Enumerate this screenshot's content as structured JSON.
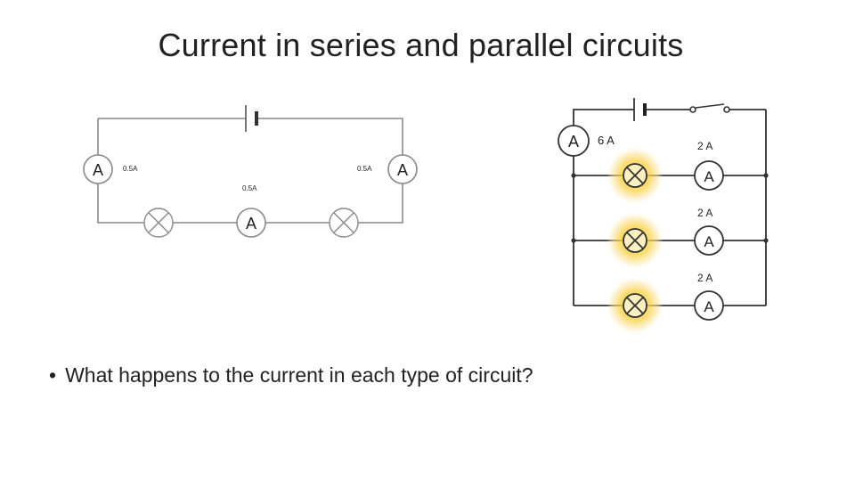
{
  "slide": {
    "title": "Current in series and parallel circuits",
    "bullets": [
      "What happens to the current in each type of circuit?"
    ]
  },
  "series_circuit": {
    "ammeter_symbol": "A",
    "left_reading": "0.5A",
    "right_reading": "0.5A",
    "middle_reading": "0.5A",
    "lamp_color": "#888888"
  },
  "parallel_circuit": {
    "ammeter_symbol": "A",
    "main_reading": "6 A",
    "branch_readings": [
      "2 A",
      "2 A",
      "2 A"
    ],
    "glow_color": "#f5c518"
  }
}
